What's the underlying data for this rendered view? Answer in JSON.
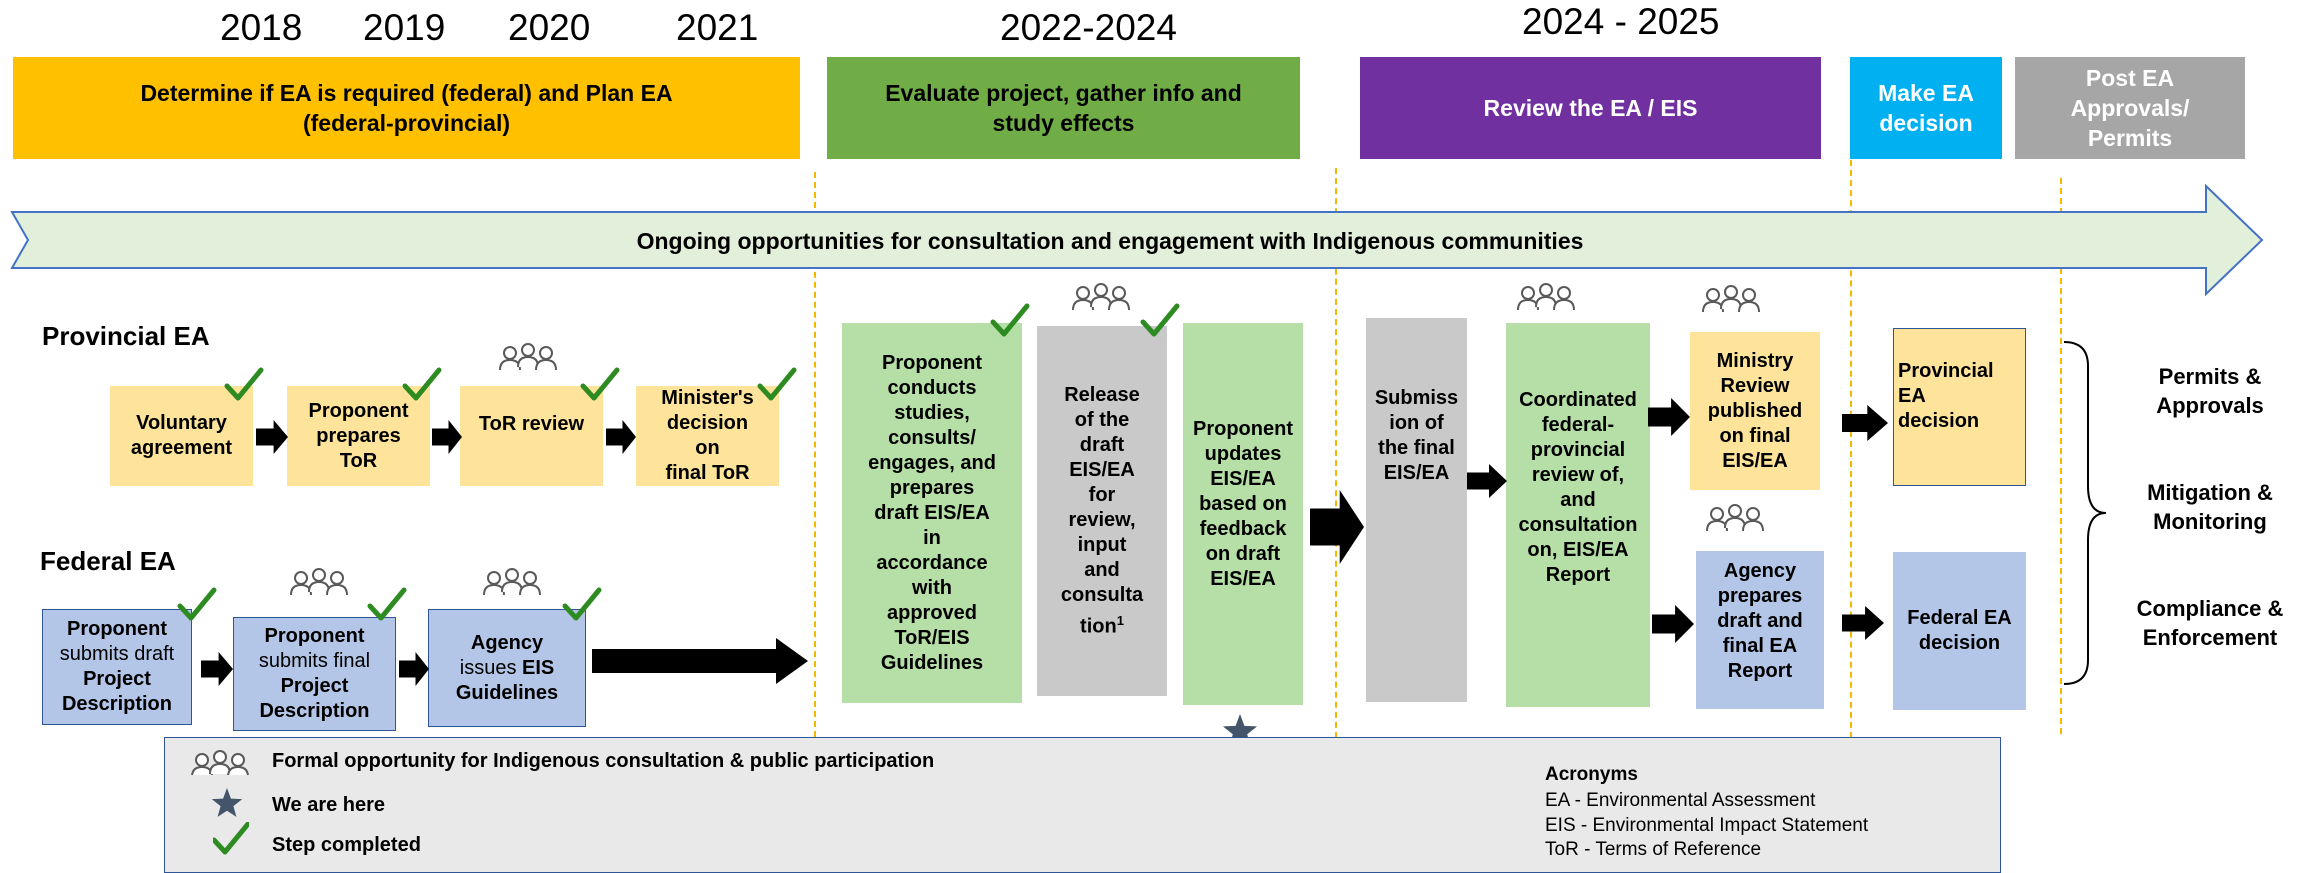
{
  "years": [
    "2018",
    "2019",
    "2020",
    "2021",
    "2022-2024",
    "2024 - 2025"
  ],
  "phases": [
    {
      "label": "Determine if EA is required (federal) and Plan EA\n(federal-provincial)",
      "color": "#ffc000",
      "text_color": "#000000"
    },
    {
      "label": "Evaluate project, gather info and\nstudy effects",
      "color": "#70ad47",
      "text_color": "#000000"
    },
    {
      "label": "Review the EA / EIS",
      "color": "#7030a0",
      "text_color": "#ffffff"
    },
    {
      "label": "Make EA\ndecision",
      "color": "#00b0f0",
      "text_color": "#ffffff"
    },
    {
      "label": "Post EA\nApprovals/\nPermits",
      "color": "#a6a6a6",
      "text_color": "#ffffff"
    }
  ],
  "banner": {
    "label": "Ongoing opportunities for consultation and engagement with Indigenous communities",
    "fill": "#e2efda",
    "stroke": "#4472c4"
  },
  "provincial": {
    "title": "Provincial EA",
    "steps": [
      {
        "label": "Voluntary\nagreement",
        "completed": true
      },
      {
        "label": "Proponent\nprepares\nToR",
        "completed": true
      },
      {
        "label": "ToR review",
        "completed": true,
        "participation": true
      },
      {
        "label": "Minister's\ndecision\non\nfinal ToR",
        "completed": true
      }
    ]
  },
  "federal": {
    "title": "Federal EA",
    "steps": [
      {
        "parts": [
          [
            "Proponent",
            true
          ],
          [
            "submits draft",
            false
          ],
          [
            "Project",
            true
          ],
          [
            "Description",
            true
          ]
        ],
        "completed": true
      },
      {
        "parts": [
          [
            "Proponent",
            true
          ],
          [
            "submits final",
            false
          ],
          [
            "Project",
            true
          ],
          [
            "Description",
            true
          ]
        ],
        "completed": true,
        "participation": true
      },
      {
        "parts": [
          [
            "Agency",
            true
          ],
          [
            "issues ",
            false
          ],
          [
            "EIS",
            true
          ],
          [
            "Guidelines",
            true
          ]
        ],
        "completed": true,
        "participation": true
      }
    ]
  },
  "evaluate": [
    {
      "label": "Proponent\nconducts\nstudies,\nconsults/\nengages, and\nprepares\ndraft EIS/EA\nin\naccordance\nwith\napproved\nToR/EIS\nGuidelines",
      "completed": true
    },
    {
      "label": "Release\nof the\ndraft\nEIS/EA\nfor\nreview,\ninput\nand\nconsulta\ntion",
      "superscript": "1",
      "completed": true,
      "participation": true
    },
    {
      "label": "Proponent\nupdates\nEIS/EA\nbased on\nfeedback\non draft\nEIS/EA",
      "current": true
    }
  ],
  "review": [
    {
      "label": "Submiss\nion of\nthe final\nEIS/EA"
    },
    {
      "label": "Coordinated\nfederal-\nprovincial\nreview of,\nand\nconsultation\non, EIS/EA\nReport",
      "participation": true
    },
    {
      "label": "Ministry\nReview\npublished\non final\nEIS/EA",
      "participation": true
    },
    {
      "label": "Agency\nprepares\ndraft and\nfinal EA\nReport",
      "participation": true
    }
  ],
  "decision": [
    {
      "label": "Provincial\nEA\ndecision"
    },
    {
      "label": "Federal EA\ndecision"
    }
  ],
  "post": [
    "Permits &\nApprovals",
    "Mitigation &\nMonitoring",
    "Compliance &\nEnforcement"
  ],
  "legend": {
    "items": [
      {
        "icon": "people-icon",
        "label": "Formal opportunity for Indigenous consultation & public participation"
      },
      {
        "icon": "star-icon",
        "label": "We are here"
      },
      {
        "icon": "check-icon",
        "label": "Step completed"
      }
    ],
    "acronyms_title": "Acronyms",
    "acronyms": [
      "EA - Environmental Assessment",
      "EIS - Environmental Impact Statement",
      "ToR - Terms of Reference"
    ]
  },
  "colors": {
    "check": "#2e8b22",
    "star": "#44546a",
    "arrow": "#000000",
    "people": "#595959"
  }
}
